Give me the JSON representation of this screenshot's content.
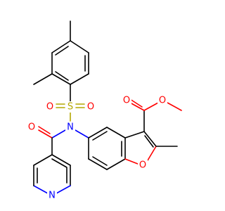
{
  "molecule": {
    "atoms": {
      "S": {
        "label": "S",
        "color": "#b3a700"
      },
      "O_s1": {
        "label": "O",
        "color": "#ff0000"
      },
      "O_s2": {
        "label": "O",
        "color": "#ff0000"
      },
      "N_amide": {
        "label": "N",
        "color": "#0000ff"
      },
      "O_amide": {
        "label": "O",
        "color": "#ff0000"
      },
      "N_pyridine": {
        "label": "N",
        "color": "#0000ff"
      },
      "O_furan": {
        "label": "O",
        "color": "#ff0000"
      },
      "O_ester_carbonyl": {
        "label": "O",
        "color": "#ff0000"
      },
      "O_ester": {
        "label": "O",
        "color": "#ff0000"
      }
    }
  }
}
